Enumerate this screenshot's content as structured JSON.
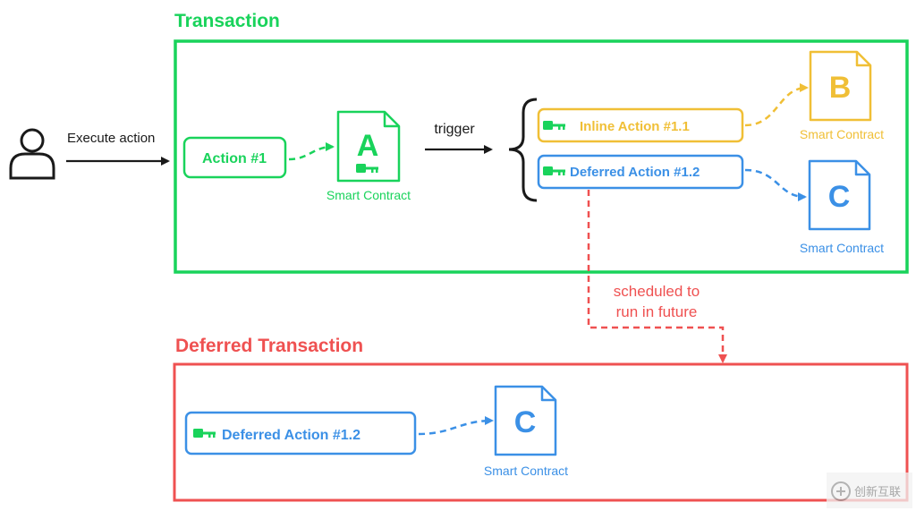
{
  "colors": {
    "green": "#19d35b",
    "yellow": "#f0bf36",
    "blue": "#3b90e6",
    "red": "#ef5151",
    "dark": "#1a1a1a"
  },
  "transaction": {
    "title": "Transaction"
  },
  "deferred_transaction": {
    "title": "Deferred Transaction"
  },
  "user": {
    "icon": "user-icon",
    "arrow_label": "Execute action"
  },
  "action1": {
    "label": "Action #1"
  },
  "contract_a": {
    "letter": "A",
    "caption": "Smart Contract",
    "icon": "key-icon"
  },
  "trigger": {
    "label": "trigger"
  },
  "inline_action": {
    "label": "Inline Action #1.1",
    "icon": "key-icon"
  },
  "deferred_action": {
    "label": "Deferred Action #1.2",
    "icon": "key-icon"
  },
  "contract_b": {
    "letter": "B",
    "caption": "Smart Contract"
  },
  "contract_c": {
    "letter": "C",
    "caption": "Smart Contract"
  },
  "schedule_note": {
    "line1": "scheduled to",
    "line2": "run in future"
  },
  "deferred_action_2": {
    "label": "Deferred Action #1.2",
    "icon": "key-icon"
  },
  "contract_c2": {
    "letter": "C",
    "caption": "Smart Contract"
  },
  "watermark": {
    "text": "创新互联",
    "icon": "logo-icon"
  }
}
